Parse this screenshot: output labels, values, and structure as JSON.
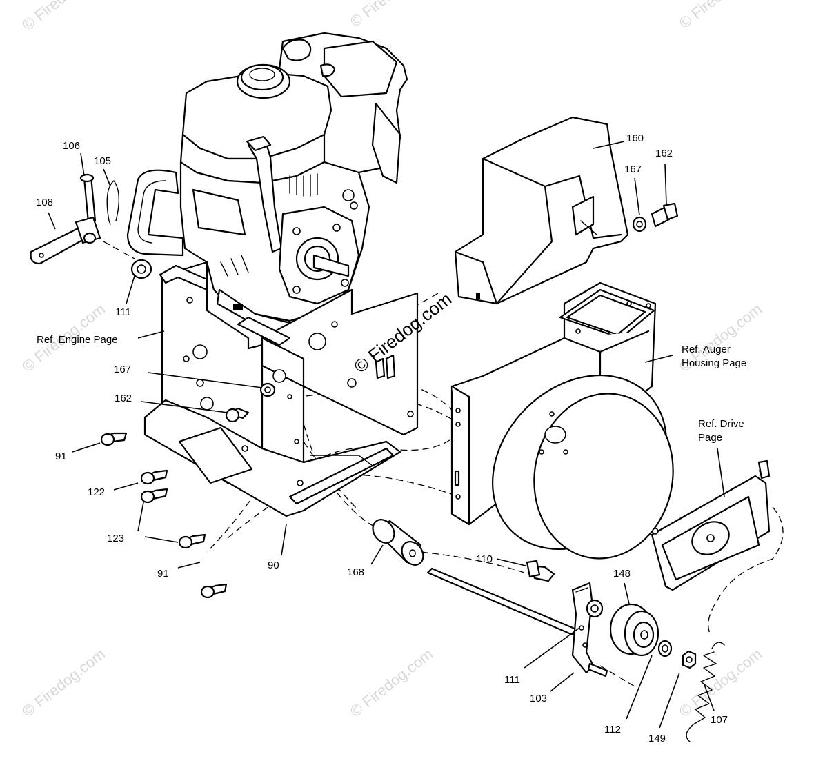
{
  "watermark": {
    "text": "© Firedog.com",
    "center_text": "© Firedog.com"
  },
  "callouts": {
    "p106": "106",
    "p105": "105",
    "p108": "108",
    "p111a": "111",
    "p160": "160",
    "p162a": "162",
    "p167a": "167",
    "p167b": "167",
    "p162b": "162",
    "p91a": "91",
    "p122": "122",
    "p123": "123",
    "p91b": "91",
    "p90": "90",
    "p168": "168",
    "p110": "110",
    "p148": "148",
    "p111b": "111",
    "p103": "103",
    "p112": "112",
    "p149": "149",
    "p107": "107"
  },
  "references": {
    "engine": "Ref. Engine Page",
    "auger_line1": "Ref. Auger",
    "auger_line2": "Housing Page",
    "drive_line1": "Ref. Drive",
    "drive_line2": "Page"
  }
}
